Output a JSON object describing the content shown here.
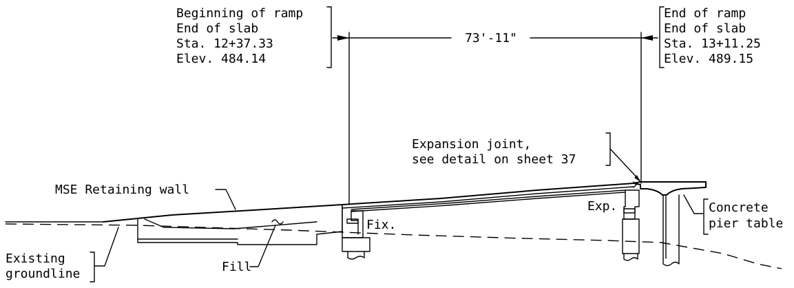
{
  "labels": {
    "begin_ramp": {
      "line1": "Beginning of ramp",
      "line2": "End of slab",
      "line3": "Sta. 12+37.33",
      "line4": "Elev. 484.14"
    },
    "end_ramp": {
      "line1": "End of ramp",
      "line2": "End of slab",
      "line3": "Sta. 13+11.25",
      "line4": "Elev. 489.15"
    },
    "dimension": "73'-11\"",
    "expansion_joint": {
      "line1": "Expansion joint,",
      "line2": "see detail on sheet 37"
    },
    "mse_wall": "MSE Retaining wall",
    "existing_groundline": {
      "line1": "Existing",
      "line2": "groundline"
    },
    "fill": "Fill",
    "fix": "Fix.",
    "exp": "Exp.",
    "pier_table": {
      "line1": "Concrete",
      "line2": "pier table"
    }
  }
}
